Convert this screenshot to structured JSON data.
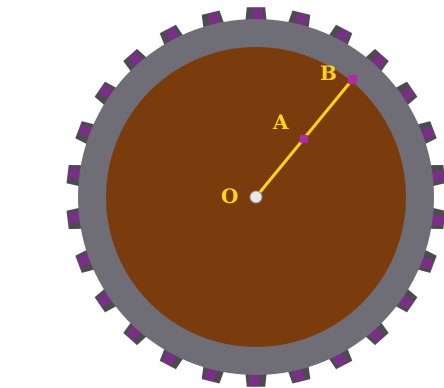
{
  "diagram": {
    "points": {
      "center": "O",
      "inner": "A",
      "outer": "B"
    },
    "gear_teeth_count": 26,
    "colors": {
      "background": "#ffffff",
      "disk": "#7b3c0d",
      "gear_rim": "#6f6d75",
      "gear_shadow": "#4d4a52",
      "teeth_accent": "#7a2f86",
      "line": "#ffd21a",
      "labels": "#ffd21a",
      "point_markers": "#b02aa8",
      "center_pin": "#e8e8e8"
    }
  }
}
